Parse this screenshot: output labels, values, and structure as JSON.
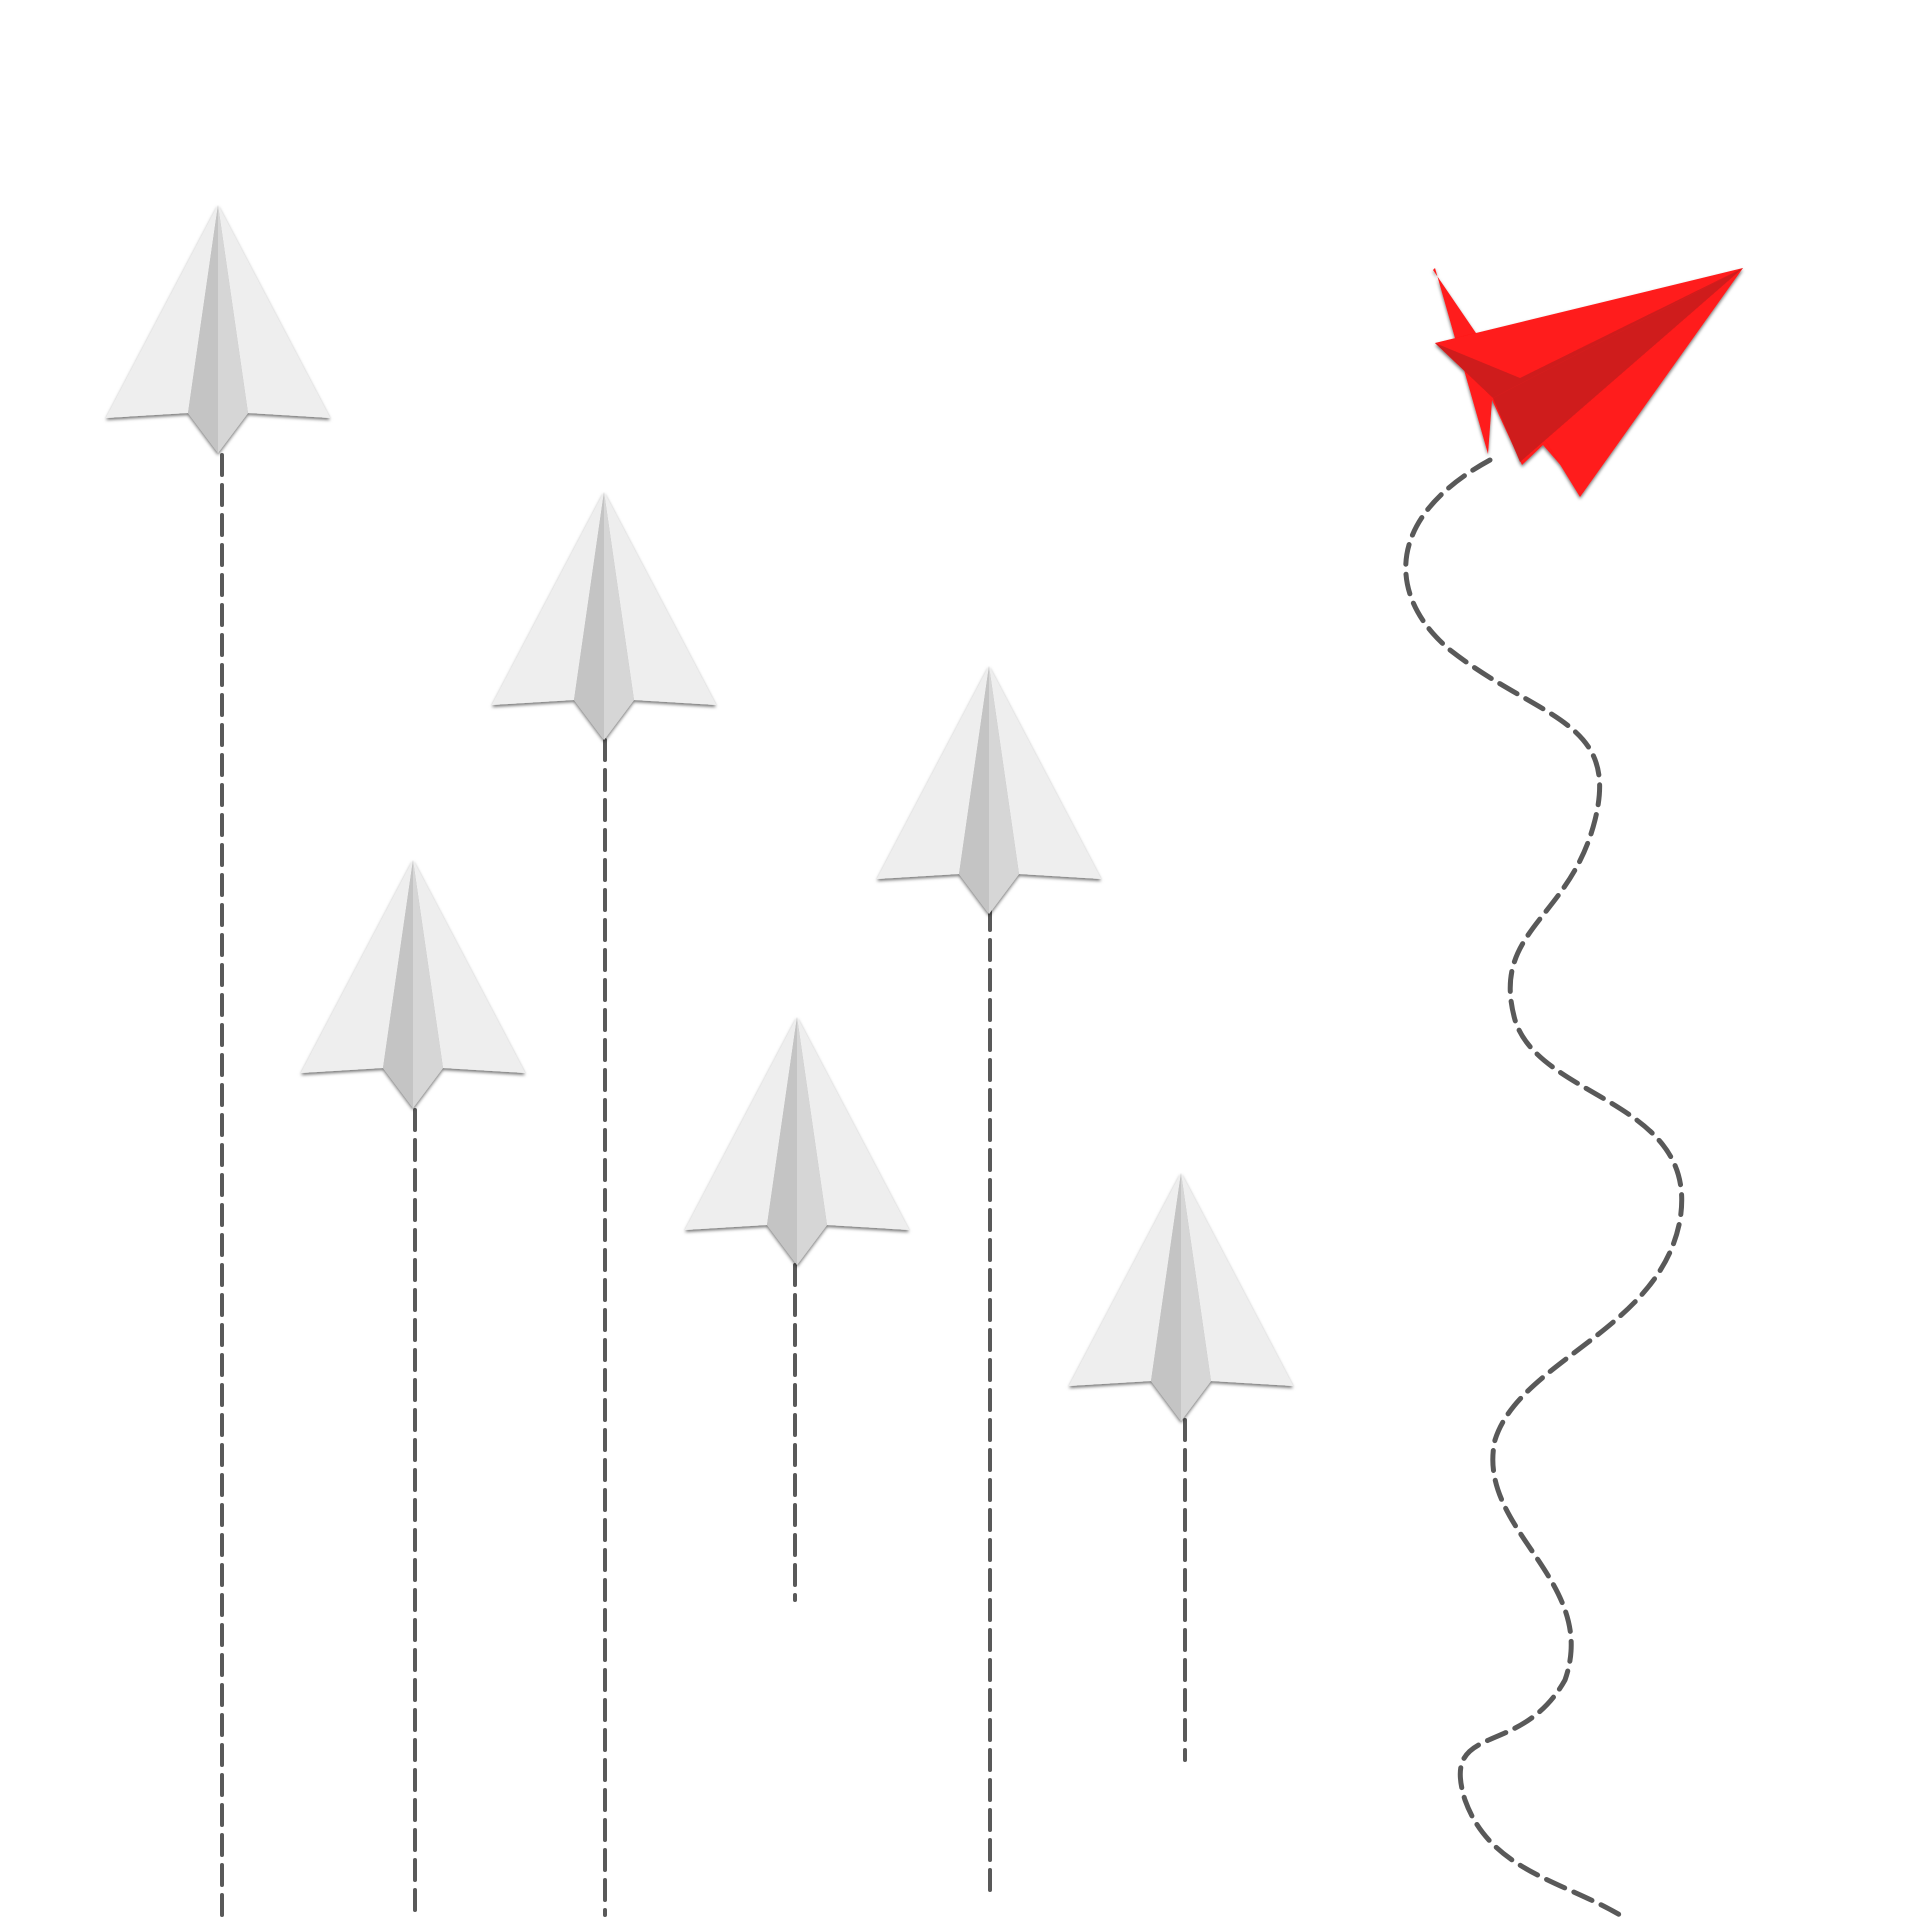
{
  "colors": {
    "background": "#ffffff",
    "paper_wing_light": "#eeeeee",
    "paper_wing_shade": "#d6d6d6",
    "paper_fold": "#c4c4c4",
    "paper_edge": "#4a4a4a",
    "trail": "#3c3c3c",
    "accent_plane": "#ff1a1a",
    "accent_plane_fold": "#cf1f1f"
  },
  "scene": {
    "white_planes": [
      {
        "name": "paper-plane-white-1-icon",
        "heading": "up"
      },
      {
        "name": "paper-plane-white-2-icon",
        "heading": "up"
      },
      {
        "name": "paper-plane-white-3-icon",
        "heading": "up"
      },
      {
        "name": "paper-plane-white-4-icon",
        "heading": "up"
      },
      {
        "name": "paper-plane-white-5-icon",
        "heading": "up"
      },
      {
        "name": "paper-plane-white-6-icon",
        "heading": "up"
      }
    ],
    "red_plane": {
      "name": "paper-plane-red-icon",
      "heading": "up-right"
    },
    "trail_style": "dashed"
  }
}
